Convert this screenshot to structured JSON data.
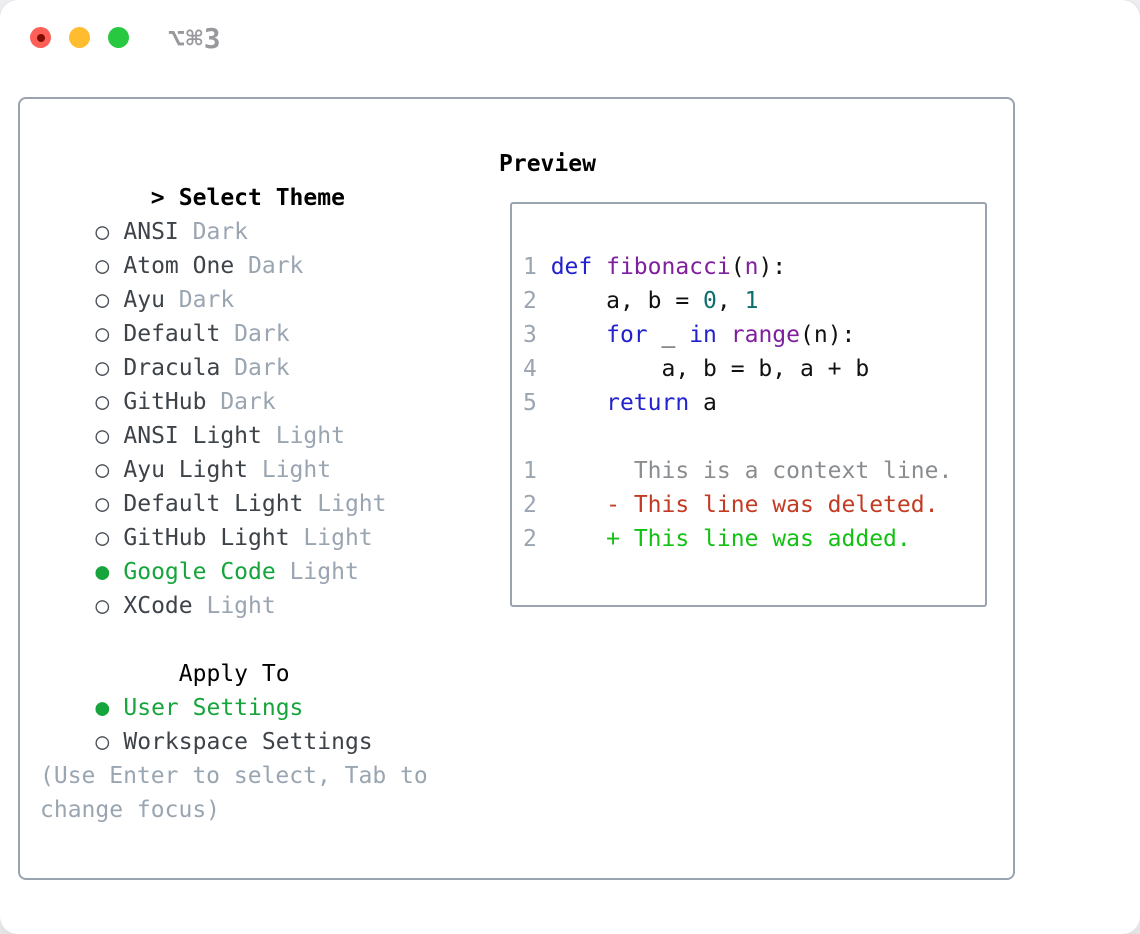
{
  "window": {
    "title": "⌥⌘3"
  },
  "theme_panel": {
    "header_prefix": ">",
    "header_label": "Select Theme",
    "themes": [
      {
        "name": "ANSI",
        "tag": "Dark",
        "selected": false
      },
      {
        "name": "Atom One",
        "tag": "Dark",
        "selected": false
      },
      {
        "name": "Ayu",
        "tag": "Dark",
        "selected": false
      },
      {
        "name": "Default",
        "tag": "Dark",
        "selected": false
      },
      {
        "name": "Dracula",
        "tag": "Dark",
        "selected": false
      },
      {
        "name": "GitHub",
        "tag": "Dark",
        "selected": false
      },
      {
        "name": "ANSI Light",
        "tag": "Light",
        "selected": false
      },
      {
        "name": "Ayu Light",
        "tag": "Light",
        "selected": false
      },
      {
        "name": "Default Light",
        "tag": "Light",
        "selected": false
      },
      {
        "name": "GitHub Light",
        "tag": "Light",
        "selected": false
      },
      {
        "name": "Google Code",
        "tag": "Light",
        "selected": true
      },
      {
        "name": "XCode",
        "tag": "Light",
        "selected": false
      }
    ],
    "radio_selected_icon": "●",
    "radio_unselected_icon": "○",
    "apply_to_label": "Apply To",
    "apply_options": [
      {
        "name": "User Settings",
        "selected": true
      },
      {
        "name": "Workspace Settings",
        "selected": false
      }
    ],
    "hint_lines": [
      "(Use Enter to select, Tab to",
      "change focus)"
    ]
  },
  "preview_panel": {
    "header": "Preview",
    "code_lines": [
      {
        "num": "1",
        "tokens": [
          {
            "text": "def ",
            "type": "keyword"
          },
          {
            "text": "fibonacci",
            "type": "title"
          },
          {
            "text": "(",
            "type": "plain"
          },
          {
            "text": "n",
            "type": "title"
          },
          {
            "text": "):",
            "type": "plain"
          }
        ]
      },
      {
        "num": "2",
        "tokens": [
          {
            "text": "    a, b = ",
            "type": "plain"
          },
          {
            "text": "0",
            "type": "number"
          },
          {
            "text": ", ",
            "type": "plain"
          },
          {
            "text": "1",
            "type": "number"
          }
        ]
      },
      {
        "num": "3",
        "tokens": [
          {
            "text": "    ",
            "type": "plain"
          },
          {
            "text": "for",
            "type": "keyword"
          },
          {
            "text": " _ ",
            "type": "plain"
          },
          {
            "text": "in",
            "type": "keyword"
          },
          {
            "text": " ",
            "type": "plain"
          },
          {
            "text": "range",
            "type": "title"
          },
          {
            "text": "(n):",
            "type": "plain"
          }
        ]
      },
      {
        "num": "4",
        "tokens": [
          {
            "text": "        a, b = b, a + b",
            "type": "plain"
          }
        ]
      },
      {
        "num": "5",
        "tokens": [
          {
            "text": "    ",
            "type": "plain"
          },
          {
            "text": "return",
            "type": "keyword"
          },
          {
            "text": " a",
            "type": "plain"
          }
        ]
      }
    ],
    "diff_lines": [
      {
        "num": "1",
        "marker": "",
        "text": "This is a context line.",
        "type": "context"
      },
      {
        "num": "2",
        "marker": "-",
        "text": "This line was deleted.",
        "type": "deleted"
      },
      {
        "num": "2",
        "marker": "+",
        "text": "This line was added.",
        "type": "added"
      }
    ]
  },
  "colors": {
    "selected_green": "#16a53c",
    "item_text": "#3d4349",
    "secondary_label": "#9aa5b2",
    "hint_text": "#9aa5b2",
    "header_text": "#000000",
    "border": "#9aa4b0",
    "code_keyword": "#2222cc",
    "code_title": "#7f1f9e",
    "code_number": "#0c6e6e",
    "code_plain": "#111111",
    "line_number": "#9aa5b2",
    "diff_context": "#8a8d90",
    "diff_deleted": "#c23b22",
    "diff_added": "#13c113",
    "traffic_red": "#ff5f57",
    "traffic_yellow": "#febc2e",
    "traffic_green": "#28c840",
    "title_gray": "#98989d"
  }
}
